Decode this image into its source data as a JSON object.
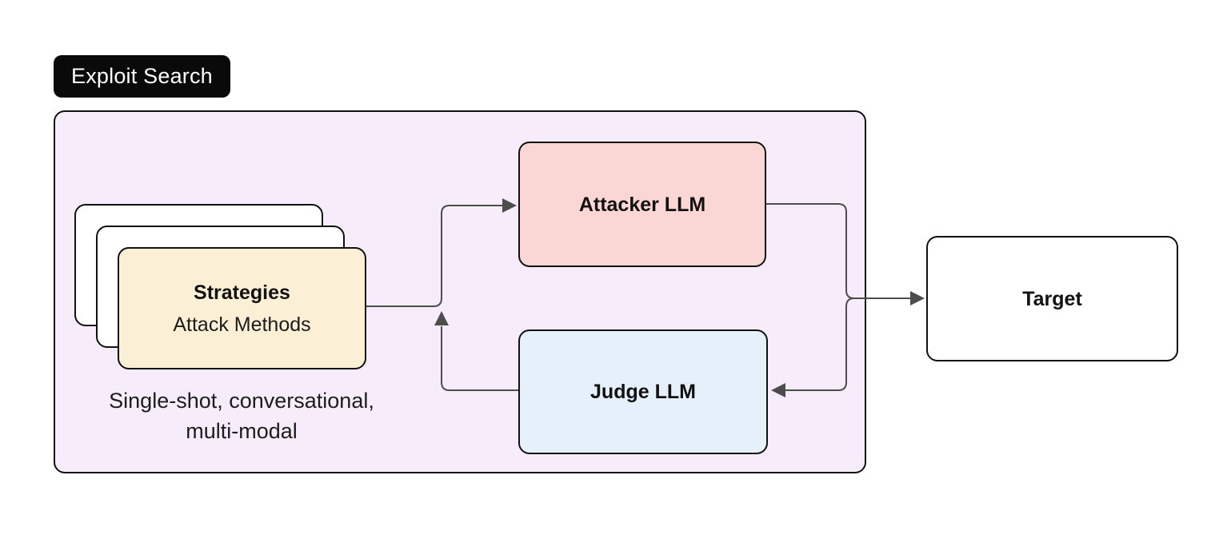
{
  "badge": {
    "label": "Exploit Search"
  },
  "nodes": {
    "strategies": {
      "title": "Strategies",
      "subtitle": "Attack Methods"
    },
    "attacker": {
      "label": "Attacker LLM"
    },
    "judge": {
      "label": "Judge LLM"
    },
    "target": {
      "label": "Target"
    }
  },
  "caption": {
    "line1": "Single-shot, conversational,",
    "line2": "multi-modal"
  },
  "edges": [
    {
      "from": "strategies",
      "to": "attacker"
    },
    {
      "from": "judge",
      "to": "attacker-input-junction"
    },
    {
      "from": "attacker",
      "to": "judge"
    },
    {
      "from": "attacker",
      "to": "target"
    }
  ],
  "colors": {
    "container_fill": "#f7edfa",
    "strategies_fill": "#fbf0d5",
    "attacker_fill": "#fad7d5",
    "judge_fill": "#e6f0fa",
    "target_fill": "#ffffff",
    "badge_bg": "#0a0a0a",
    "badge_text": "#ffffff",
    "border": "#111111",
    "connector": "#4d4d4d"
  }
}
